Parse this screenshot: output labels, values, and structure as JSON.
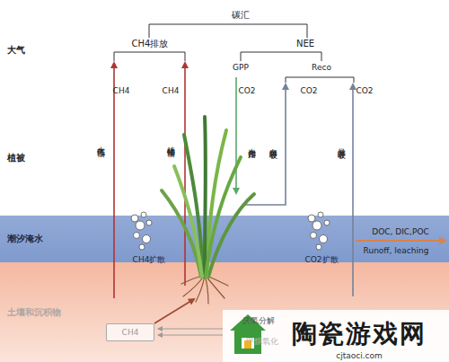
{
  "diagram": {
    "nodes": [
      {
        "text": [
          "大气"
        ]
      },
      {
        "text": [
          "植被"
        ]
      },
      {
        "text": [
          "潮汐淹水"
        ]
      },
      {
        "text": [
          "土壤和沉积物"
        ]
      },
      {
        "text": [
          "CH4"
        ],
        "in": 3
      }
    ],
    "labels": [
      "碳汇",
      "CH4排放",
      "NEE",
      "GPP",
      "Reco",
      "CH4",
      "CH4",
      "CO2",
      "CO2",
      "CO2",
      "大气传输",
      "植物传输",
      "光合作用",
      "自养呼吸",
      "异养呼吸",
      "CH4扩散",
      "CO2扩散",
      "DOC, DIC,POC",
      "Runoff, leaching",
      "厌氧分解",
      "甲烷氧化",
      "陶瓷游戏网",
      "cjtaoci.com"
    ]
  }
}
